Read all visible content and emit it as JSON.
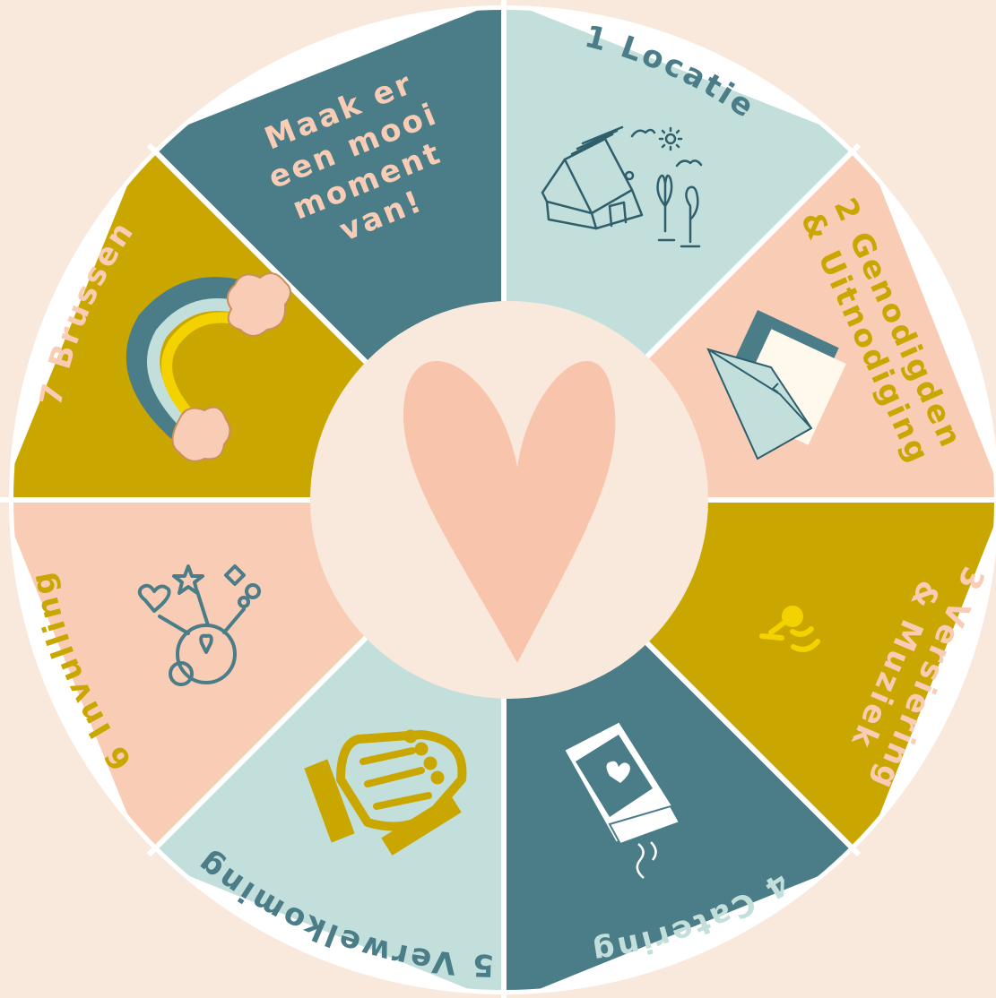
{
  "colors": {
    "background": "#f9e8dc",
    "teal": "#4a7d88",
    "mint": "#c2dfdb",
    "peach": "#f9cdb5",
    "mustard": "#c9a700",
    "hub": "#f9e8dc",
    "heart": "#f8c4ab",
    "divider": "#ffffff"
  },
  "center": {
    "icon": "heart-icon"
  },
  "segments": [
    {
      "id": "locatie",
      "label": "1 Locatie",
      "icon": "house-icon"
    },
    {
      "id": "genodigden",
      "label_lines": [
        "2 Genodigden",
        "& Uitnodiging"
      ],
      "icon": "envelope-icon"
    },
    {
      "id": "versiering",
      "label_lines": [
        "3 Versiering",
        "& Muziek"
      ],
      "icon": "music-note-icon"
    },
    {
      "id": "catering",
      "label": "4 Catering",
      "icon": "cup-icon"
    },
    {
      "id": "verwelkoming",
      "label": "5 Verwelkoming",
      "icon": "handshake-icon"
    },
    {
      "id": "invulling",
      "label": "6 Invulling",
      "icon": "ideas-icon"
    },
    {
      "id": "brussen",
      "label": "7 Brussen",
      "icon": "rainbow-icon"
    },
    {
      "id": "motto",
      "label_lines": [
        "Maak er",
        "een mooi",
        "moment",
        "van!"
      ]
    }
  ]
}
